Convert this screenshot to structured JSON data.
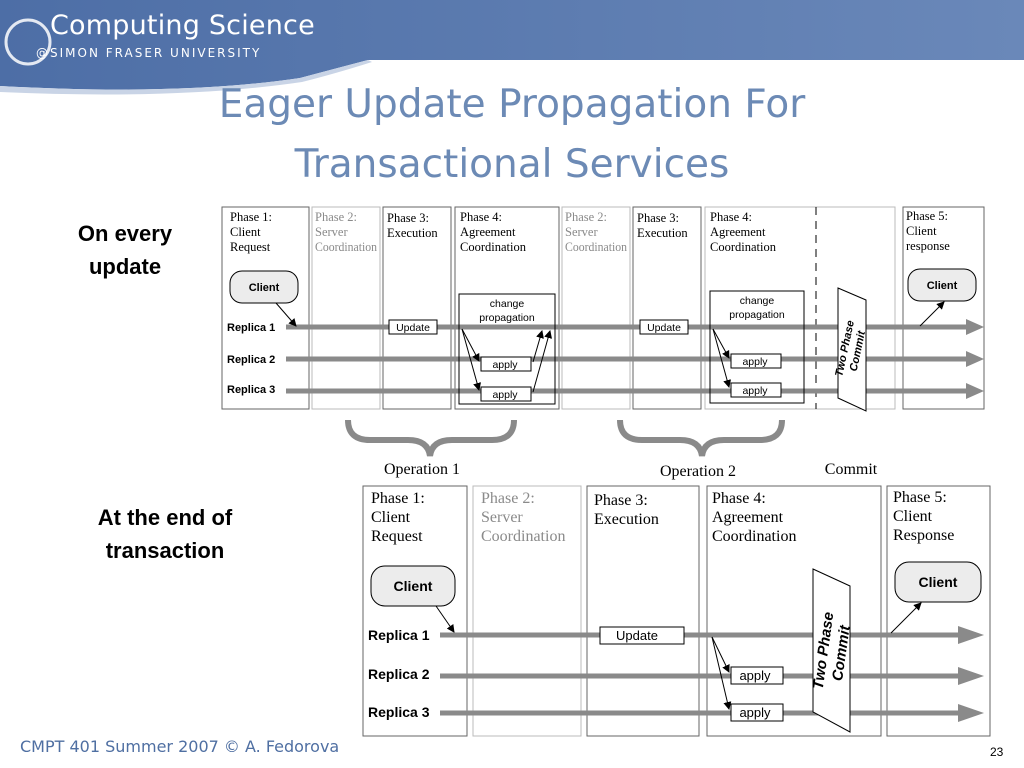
{
  "header": {
    "logo_title": "Computing Science",
    "logo_subtitle": "@SIMON FRASER UNIVERSITY",
    "colors": {
      "banner": "#5b7bb0",
      "title": "#6c8ab5",
      "footer": "#4f6fa2"
    }
  },
  "slide": {
    "title_line1": "Eager Update Propagation For",
    "title_line2": "Transactional Services",
    "label_every_update_line1": "On every",
    "label_every_update_line2": "update",
    "label_end_transaction_line1": "At the end of",
    "label_end_transaction_line2": "transaction"
  },
  "diagram_top": {
    "phases": [
      {
        "line1": "Phase 1:",
        "line2": "Client",
        "line3": "Request"
      },
      {
        "line1": "Phase 2:",
        "line2": "Server",
        "line3": "Coordination"
      },
      {
        "line1": "Phase 3:",
        "line2": "Execution",
        "line3": ""
      },
      {
        "line1": "Phase 4:",
        "line2": "Agreement",
        "line3": "Coordination"
      },
      {
        "line1": "Phase 2:",
        "line2": "Server",
        "line3": "Coordination"
      },
      {
        "line1": "Phase 3:",
        "line2": "Execution",
        "line3": ""
      },
      {
        "line1": "Phase 4:",
        "line2": "Agreement",
        "line3": "Coordination"
      },
      {
        "line1": "Phase 5:",
        "line2": "Client",
        "line3": "response"
      }
    ],
    "client": "Client",
    "replicas": [
      "Replica 1",
      "Replica 2",
      "Replica 3"
    ],
    "update": "Update",
    "change_propagation_line1": "change",
    "change_propagation_line2": "propagation",
    "apply": "apply",
    "two_phase_commit_line1": "Two Phase",
    "two_phase_commit_line2": "Commit",
    "operation1": "Operation 1",
    "operation2": "Operation 2",
    "commit": "Commit"
  },
  "diagram_bottom": {
    "phases": [
      {
        "line1": "Phase 1:",
        "line2": "Client",
        "line3": "Request"
      },
      {
        "line1": "Phase 2:",
        "line2": "Server",
        "line3": "Coordination"
      },
      {
        "line1": "Phase 3:",
        "line2": "Execution",
        "line3": ""
      },
      {
        "line1": "Phase 4:",
        "line2": "Agreement",
        "line3": "Coordination"
      },
      {
        "line1": "Phase 5:",
        "line2": "Client",
        "line3": "Response"
      }
    ],
    "client": "Client",
    "replicas": [
      "Replica 1",
      "Replica 2",
      "Replica 3"
    ],
    "update": "Update",
    "apply": "apply",
    "two_phase_commit_line1": "Two Phase",
    "two_phase_commit_line2": "Commit"
  },
  "footer": {
    "course": "CMPT 401 Summer 2007  © A. Fedorova",
    "page_number": "23"
  }
}
